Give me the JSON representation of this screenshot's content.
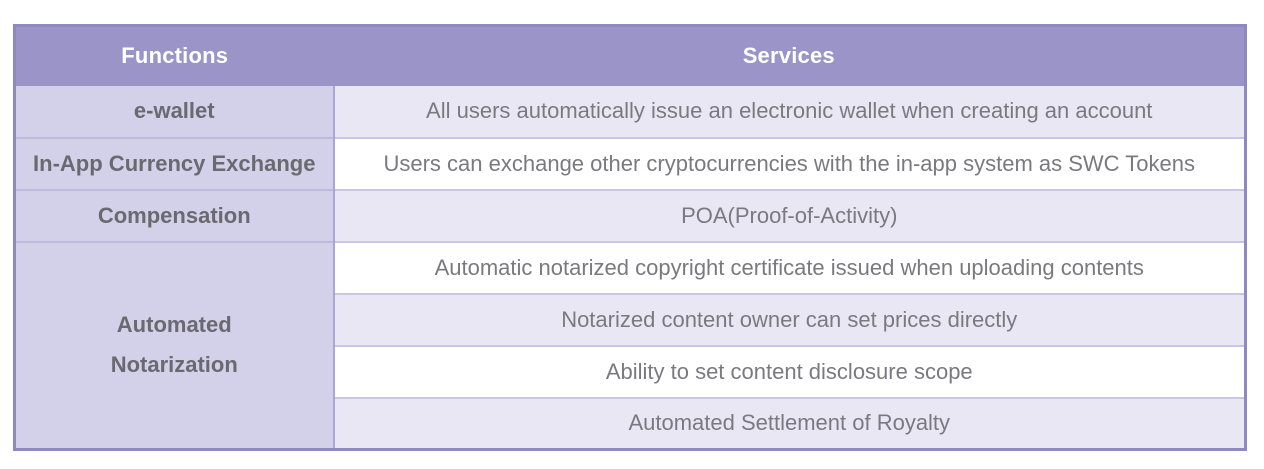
{
  "page": {
    "background": "#ffffff"
  },
  "table": {
    "header": {
      "functions_label": "Functions",
      "services_label": "Services"
    },
    "rows": [
      {
        "function": "e-wallet",
        "service": "All users automatically issue an electronic wallet when creating an account"
      },
      {
        "function": "In-App Currency Exchange",
        "service": "Users can exchange other cryptocurrencies with the in-app system as SWC Tokens"
      },
      {
        "function": "Compensation",
        "service": "POA(Proof-of-Activity)"
      },
      {
        "function": "Automated\nNotarization",
        "services": [
          "Automatic notarized copyright certificate issued when uploading contents",
          "Notarized content owner can set prices directly",
          "Ability to set content disclosure scope",
          "Automated Settlement of Royalty"
        ]
      }
    ],
    "colors": {
      "header_bg": "#9A94C9",
      "header_text": "#FFFFFF",
      "function_cell_bg": "#D3D0E9",
      "service_shaded_bg": "#E9E7F3",
      "service_white_bg": "#FFFFFF",
      "outer_border": "#8F89C1",
      "column_divider": "#ABA4D4",
      "row_divider": "#C9C5E4",
      "body_text": "#7B7980",
      "function_text": "#6B6970"
    }
  }
}
